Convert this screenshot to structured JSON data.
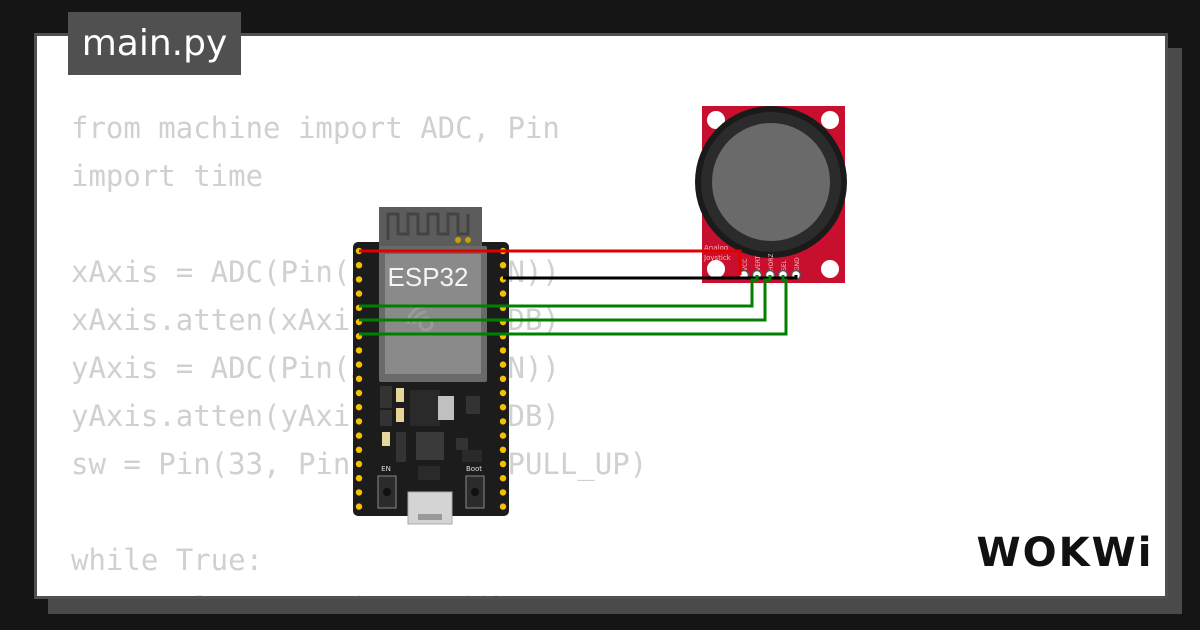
{
  "file_tab": {
    "label": "main.py"
  },
  "code_lines": [
    "from machine import ADC, Pin",
    "import time",
    "",
    "xAxis = ADC(Pin(32, Pin.IN))",
    "xAxis.atten(xAxis.ATTN_11DB)",
    "yAxis = ADC(Pin(35, Pin.IN))",
    "yAxis.atten(yAxis.ATTN_11DB)",
    "sw = Pin(33, Pin.IN, Pin.PULL_UP)",
    "",
    "while True:",
    "    xValue = xAxis.read()"
  ],
  "board": {
    "chip_label": "ESP32",
    "en_label": "EN",
    "boot_label": "Boot"
  },
  "joystick": {
    "title_line1": "Analog",
    "title_line2": "Joystick",
    "pins": [
      "VCC",
      "VERT",
      "HORZ",
      "SEL",
      "GND"
    ]
  },
  "wires": [
    {
      "signal": "VCC",
      "color": "#e00000"
    },
    {
      "signal": "GND",
      "color": "#000000"
    },
    {
      "signal": "VERT",
      "color": "#008000"
    },
    {
      "signal": "HORZ",
      "color": "#008000"
    },
    {
      "signal": "SEL",
      "color": "#008000"
    }
  ],
  "brand": {
    "name": "WOKWi"
  },
  "colors": {
    "board": "#1c1c1c",
    "joystick_pcb": "#c8102e",
    "pin_gold": "#f2c200",
    "wire_red": "#e00000",
    "wire_green": "#008000"
  }
}
